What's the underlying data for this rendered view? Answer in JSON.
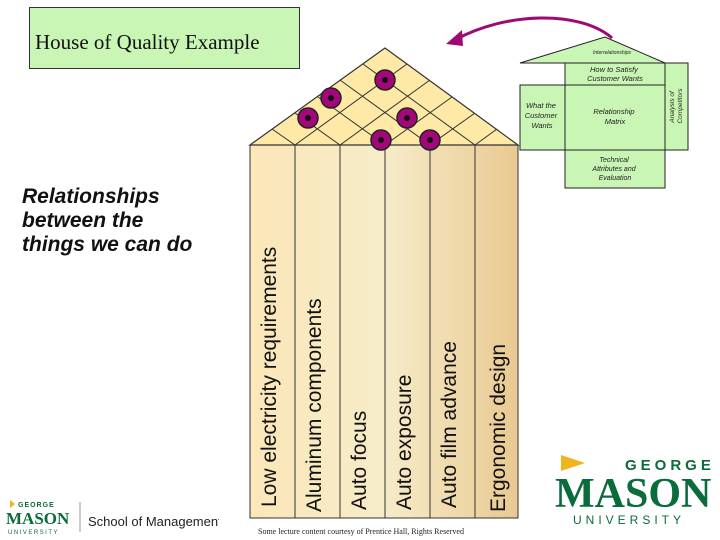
{
  "title": "House of Quality Example",
  "house": {
    "roof_label": "Interrelationships",
    "how_label": "How to Satisfy Customer Wants",
    "what_label_lines": [
      "What the",
      "Customer",
      "Wants"
    ],
    "matrix_label_lines": [
      "Relationship",
      "Matrix"
    ],
    "competitors_label_lines": [
      "Analysis of",
      "Competitors"
    ],
    "technical_label_lines": [
      "Technical",
      "Attributes and",
      "Evaluation"
    ]
  },
  "relationships_text": "Relationships\nbetween the\nthings we can do",
  "columns": [
    "Low electricity requirements",
    "Aluminum components",
    "Auto focus",
    "Auto exposure",
    "Auto film advance",
    "Ergonomic design"
  ],
  "footer_note": "Some lecture content courtesy of Prentice Hall, Rights Reserved",
  "logos": {
    "school": "School of Management",
    "gmu_small": [
      "GEORGE",
      "MASON",
      "UNIVERSITY"
    ],
    "gmu_big": [
      "GEORGE",
      "MASON",
      "UNIVERSITY"
    ]
  },
  "colors": {
    "title_bg": "#c9f5b5",
    "roof_fill": "#ffe9a6",
    "house_body": "#f6ecc9",
    "symbol": "#a3087b",
    "gmu_green": "#0a6b3b",
    "gmu_gold": "#f0b41c"
  }
}
